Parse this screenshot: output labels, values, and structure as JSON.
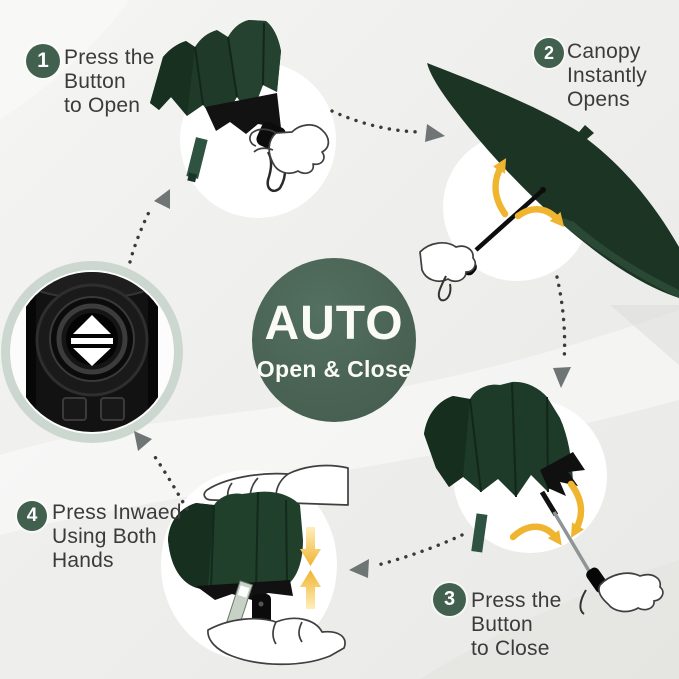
{
  "infographic": {
    "center": {
      "title": "AUTO",
      "subtitle": "Open & Close"
    },
    "steps": [
      {
        "number": "1",
        "lines": [
          "Press the",
          "Button",
          "to Open"
        ]
      },
      {
        "number": "2",
        "lines": [
          "Canopy",
          "Instantly",
          "Opens"
        ]
      },
      {
        "number": "3",
        "lines": [
          "Press the",
          "Button",
          "to Close"
        ]
      },
      {
        "number": "4",
        "lines": [
          "Press Inwaed",
          "Using Both",
          "Hands"
        ]
      }
    ],
    "colors": {
      "accent_green": "#4a6354",
      "badge_green": "#42604e",
      "canopy_green": "#1c3424",
      "arrow_yellow": "#f0b52f",
      "connector_gray": "#3a3a3a",
      "arrowhead_gray": "#6f7475",
      "text": "#3b3b3b",
      "background": "#efefed"
    },
    "icons": {
      "button_detail": "open-close-button-icon",
      "flow_connectors": "dotted-arrow-icon",
      "motion_arrows": "curved-motion-arrow-icon",
      "compress_arrows": "compress-arrows-icon"
    }
  }
}
